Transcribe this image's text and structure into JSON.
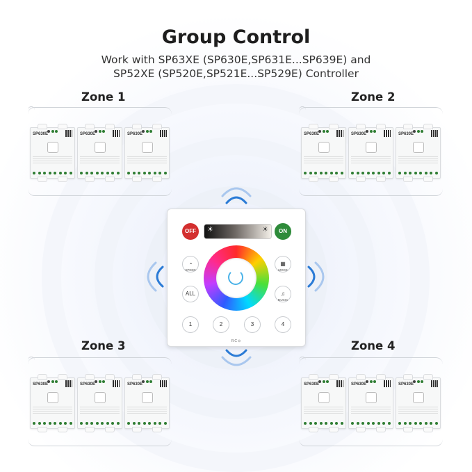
{
  "header": {
    "title": "Group Control",
    "subtitle_line1": "Work with SP63XE (SP630E,SP631E...SP639E) and",
    "subtitle_line2": "SP52XE (SP520E,SP521E...SP529E) Controller"
  },
  "zones": [
    {
      "label": "Zone 1",
      "unit_model": "SP630E"
    },
    {
      "label": "Zone 2",
      "unit_model": "SP630E"
    },
    {
      "label": "Zone 3",
      "unit_model": "SP630E"
    },
    {
      "label": "Zone 4",
      "unit_model": "SP630E"
    }
  ],
  "panel": {
    "off_label": "OFF",
    "on_label": "ON",
    "speed_label": "SPEED",
    "mode_label": "MODE",
    "all_label": "ALL",
    "music_label": "MUSIC",
    "group_buttons": [
      "1",
      "2",
      "3",
      "4"
    ],
    "brand": "RC⊙"
  },
  "colors": {
    "off_red": "#d32f2f",
    "on_green": "#2e8b3a",
    "signal_blue": "#2b7bd6"
  },
  "icons": {
    "signal": "wifi-wave-icon",
    "speed": "speedometer-icon",
    "mode": "grid-icon",
    "music": "music-note-icon",
    "brightness": "sun-icon"
  }
}
